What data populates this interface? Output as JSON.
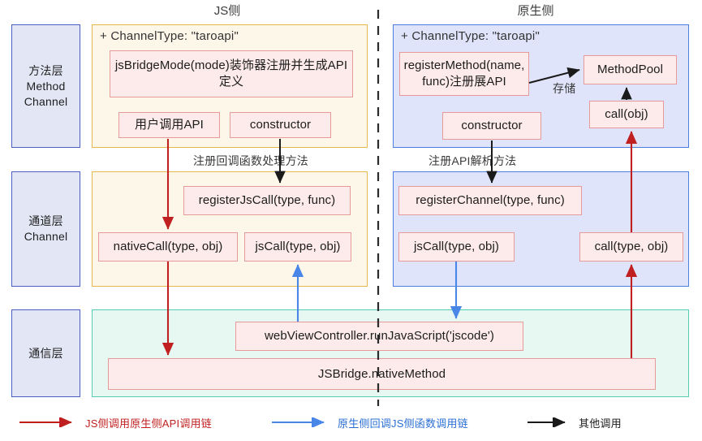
{
  "columns": {
    "js": "JS侧",
    "native": "原生侧"
  },
  "layers": [
    {
      "id": "method",
      "lines": [
        "方法层",
        "Method",
        "Channel"
      ]
    },
    {
      "id": "channel",
      "lines": [
        "通道层",
        "Channel"
      ]
    },
    {
      "id": "comm",
      "lines": [
        "通信层"
      ]
    }
  ],
  "panels": {
    "js_method": {
      "title": "+ ChannelType: \"taroapi\""
    },
    "native_method": {
      "title": "+ ChannelType: \"taroapi\""
    },
    "js_channel": {
      "title": ""
    },
    "native_channel": {
      "title": ""
    },
    "communication": {
      "title": ""
    }
  },
  "boxes": {
    "js_bridge_mode": "jsBridgeMode(mode)装饰器注册并生成API定义",
    "user_call_api": "用户调用API",
    "js_constructor": "constructor",
    "register_method": "registerMethod(name, func)注册展API",
    "method_pool": "MethodPool",
    "call_obj": "call(obj)",
    "native_constructor": "constructor",
    "register_js_call": "registerJsCall(type, func)",
    "native_call": "nativeCall(type, obj)",
    "js_call_js_side": "jsCall(type, obj)",
    "register_channel": "registerChannel(type, func)",
    "js_call_native_side": "jsCall(type, obj)",
    "call_type_obj": "call(type, obj)",
    "webview_controller": "webViewController.runJavaScript('jscode')",
    "js_bridge_native": "JSBridge.nativeMethod"
  },
  "edge_labels": {
    "store": "存储",
    "register_callback_handler": "注册回调函数处理方法",
    "register_api_parser": "注册API解析方法"
  },
  "legend": [
    {
      "id": "js-to-native",
      "label": "JS侧调用原生侧API调用链",
      "color": "#c02020"
    },
    {
      "id": "native-to-js",
      "label": "原生侧回调JS侧函数调用链",
      "color": "#4a86e8"
    },
    {
      "id": "other",
      "label": "其他调用",
      "color": "#1a1a1a"
    }
  ],
  "colors": {
    "red_flow": "#c02020",
    "blue_flow": "#4a86e8",
    "black_flow": "#1a1a1a",
    "panel_js_bg": "#fdf7e9",
    "panel_js_border": "#e5b84b",
    "panel_native_bg": "#dfe4fb",
    "panel_native_border": "#4a7fe0",
    "panel_comm_bg": "#e7f8f2",
    "panel_comm_border": "#53cdb4",
    "method_box_bg": "#fdeaea",
    "method_box_border": "#e79a9a",
    "layer_label_bg": "#e3e6f5",
    "layer_label_border": "#4a5fc1",
    "divider": "#2b2b2b"
  }
}
